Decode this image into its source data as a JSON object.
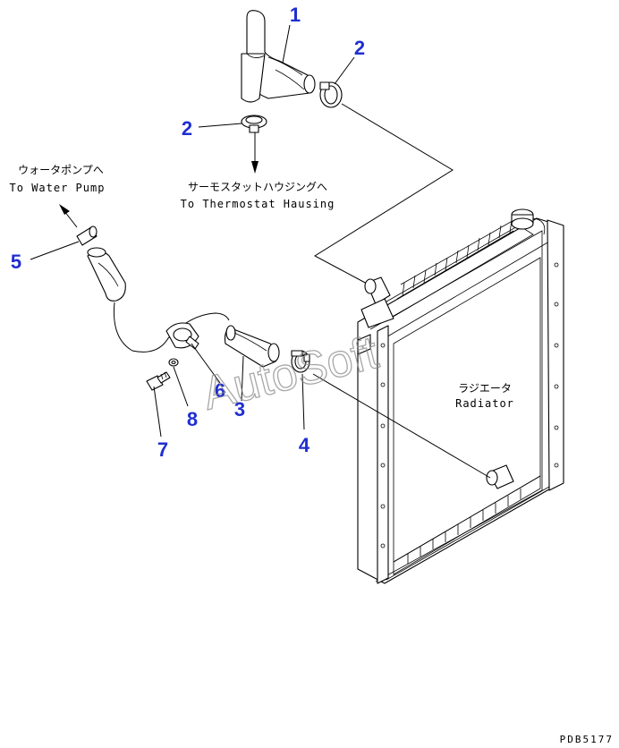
{
  "labels": {
    "water_pump_jp": "ウォータポンプへ",
    "water_pump_en": "To Water Pump",
    "thermostat_jp": "サーモスタットハウジングへ",
    "thermostat_en": "To Thermostat Hausing",
    "radiator_jp": "ラジエータ",
    "radiator_en": "Radiator"
  },
  "callouts": {
    "c1": "1",
    "c2a": "2",
    "c2b": "2",
    "c3": "3",
    "c4": "4",
    "c5": "5",
    "c6": "6",
    "c7": "7",
    "c8": "8"
  },
  "watermark": "AutoSoft",
  "drawing_code": "PDB5177",
  "colors": {
    "callout": "#1f2fd0",
    "line": "#000000",
    "watermark": "#8a8a8a"
  }
}
